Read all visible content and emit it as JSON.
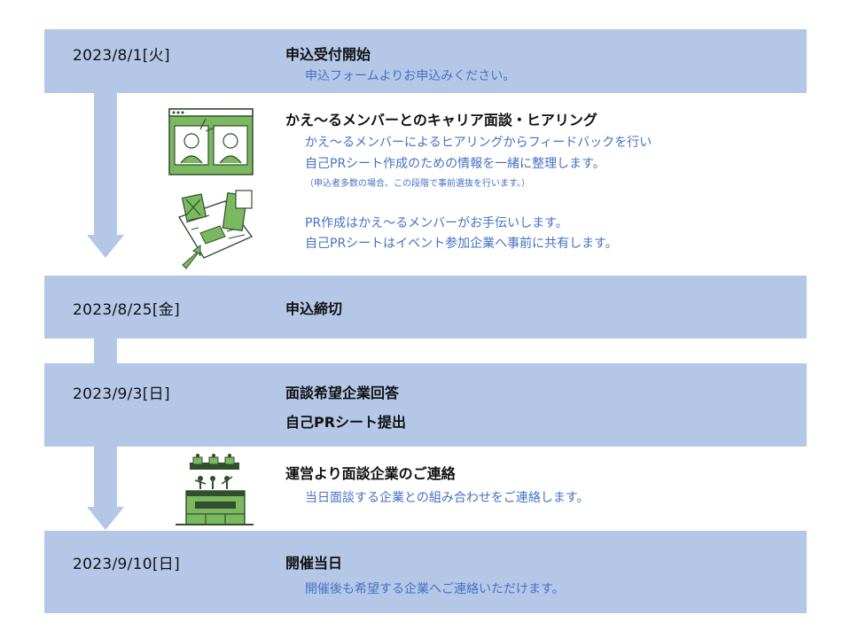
{
  "colors": {
    "band": "#b4c7e7",
    "accent_text": "#4472c4",
    "illustration_green": "#7cb860",
    "illustration_dark": "#2f4f2f"
  },
  "milestones": [
    {
      "date": "2023/8/1[火]",
      "title": "申込受付開始",
      "note": "申込フォームよりお申込みください。"
    },
    {
      "date": "2023/8/25[金]",
      "title": "申込締切"
    },
    {
      "date": "2023/9/3[日]",
      "title": "面談希望企業回答",
      "subtitle": "自己PRシート提出"
    },
    {
      "date": "2023/9/10[日]",
      "title": "開催当日",
      "note": "開催後も希望する企業へご連絡いただけます。"
    }
  ],
  "steps": [
    {
      "title": "かえ～るメンバーとのキャリア面談・ヒアリング",
      "lines": [
        "かえ～るメンバーによるヒアリングからフィードバックを行い",
        "自己PRシート作成のための情報を一緒に整理します。"
      ],
      "small": "（申込者多数の場合、この段階で事前選抜を行います。）",
      "lines2": [
        "PR作成はかえ～るメンバーがお手伝いします。",
        "自己PRシートはイベント参加企業へ事前に共有します。"
      ],
      "icons": [
        "video-call-icon",
        "document-edit-icon"
      ]
    },
    {
      "title": "運営より面談企業のご連絡",
      "lines": [
        "当日面談する企業との組み合わせをご連絡します。"
      ],
      "icons": [
        "team-meeting-icon"
      ]
    }
  ]
}
